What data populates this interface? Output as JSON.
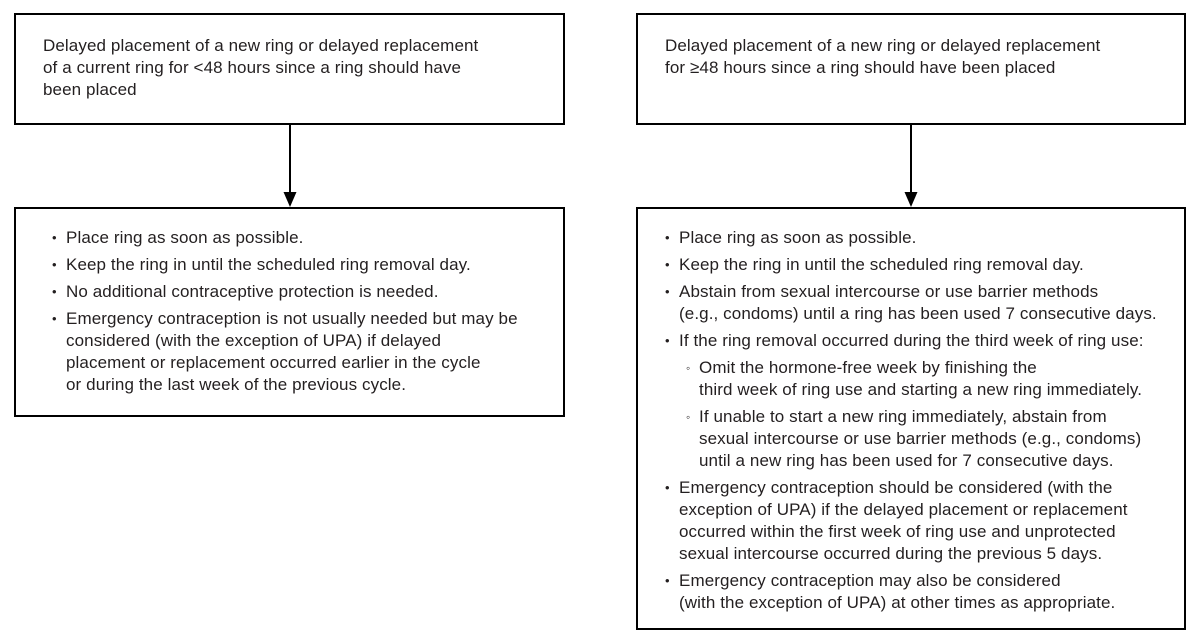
{
  "colors": {
    "border": "#000000",
    "text": "#231f20",
    "background": "#ffffff"
  },
  "glyphs": {
    "bullet": "•",
    "sub_bullet": "◦"
  },
  "left_flow": {
    "condition": "Delayed placement of a new ring or delayed replacement\nof a current ring for <48 hours since a ring should have\nbeen placed",
    "actions": [
      "Place ring as soon as possible.",
      "Keep the ring in until the scheduled ring removal day.",
      "No additional contraceptive protection is needed.",
      "Emergency contraception is not usually needed but may be\nconsidered (with the exception of UPA) if delayed\nplacement or replacement occurred earlier in the cycle\nor during the last week of the previous cycle."
    ]
  },
  "right_flow": {
    "condition": "Delayed placement of a new ring or delayed replacement\nfor ≥48 hours since a ring should have been placed",
    "actions": [
      "Place ring as soon as possible.",
      "Keep the ring in until the scheduled ring removal day.",
      "Abstain from sexual intercourse or use barrier methods\n(e.g., condoms) until a ring has been used 7 consecutive days.",
      "If the ring removal occurred during the third week of ring use:"
    ],
    "sub_actions": [
      "Omit the hormone-free week by finishing the\nthird week of ring use and starting a new ring immediately.",
      "If unable to start a new ring immediately, abstain from\nsexual intercourse or use barrier methods (e.g., condoms)\nuntil a new ring has been used for 7 consecutive days."
    ],
    "actions_after": [
      "Emergency contraception should be considered (with the\nexception of UPA) if the delayed placement or replacement\noccurred within the first week of ring use and unprotected\nsexual intercourse occurred during the previous 5 days.",
      "Emergency contraception may also be considered\n(with the exception of UPA) at other times as appropriate."
    ]
  }
}
